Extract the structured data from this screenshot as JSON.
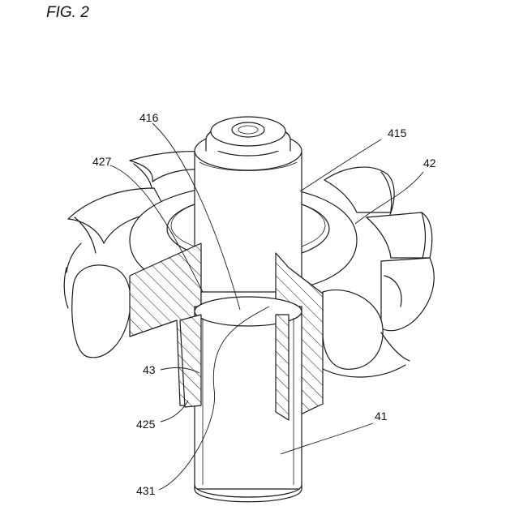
{
  "figure": {
    "title": "FIG. 2"
  },
  "labels": {
    "l416": "416",
    "l415": "415",
    "l427": "427",
    "l42": "42",
    "l43": "43",
    "l425": "425",
    "l41": "41",
    "l431": "431"
  },
  "colors": {
    "line": "#1a1a1a",
    "background": "#ffffff"
  }
}
